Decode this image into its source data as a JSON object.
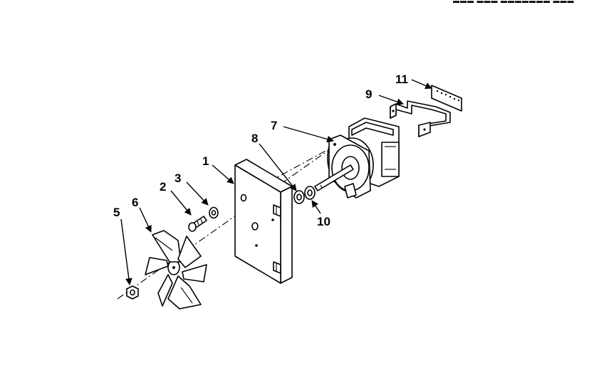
{
  "header_fragment": "▬▬▬   ▬▬▬   ▬▬▬▬▬▬▬ ▬▬▬",
  "callouts": {
    "c1": "1",
    "c2": "2",
    "c3": "3",
    "c5": "5",
    "c6": "6",
    "c7": "7",
    "c8": "8",
    "c9": "9",
    "c10": "10",
    "c11": "11"
  }
}
